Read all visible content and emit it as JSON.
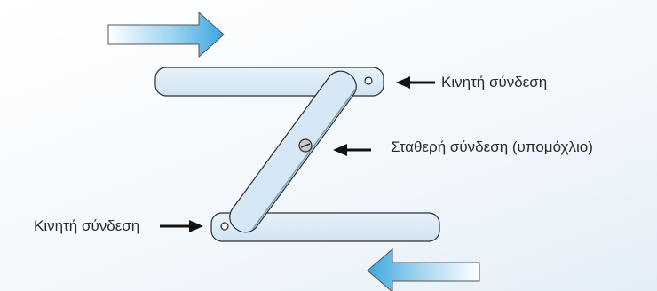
{
  "labels": {
    "moving_joint_top": "Κινητή σύνδεση",
    "fixed_joint": "Σταθερή σύνδεση (υπομόχλιο)",
    "moving_joint_bottom": "Κινητή σύνδεση"
  },
  "colors": {
    "bar_fill": "#dcebf6",
    "bar_stroke": "#2d2d2d",
    "arrow_blue": "#3aa7e0",
    "pointer_arrow": "#111111"
  },
  "icons": [
    "push-arrow-right-icon",
    "push-arrow-left-icon",
    "pointer-arrow-icon",
    "pivot-screw-icon"
  ]
}
